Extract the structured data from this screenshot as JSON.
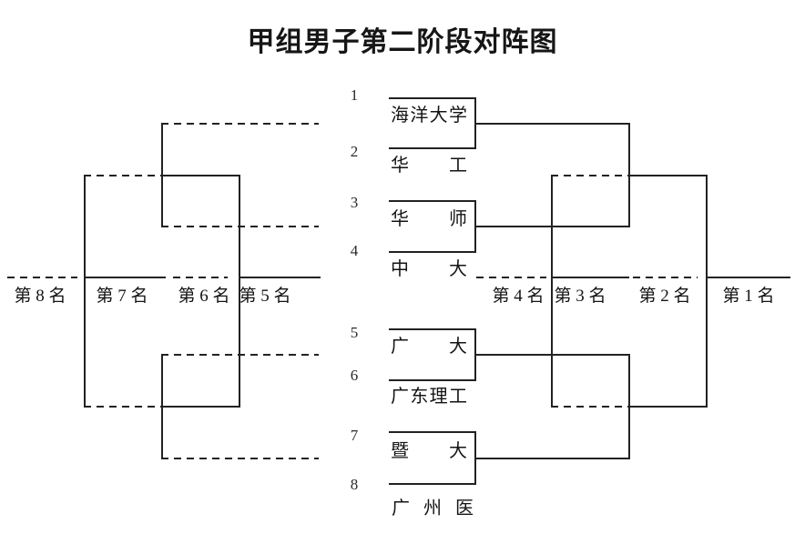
{
  "title": "甲组男子第二阶段对阵图",
  "teams": [
    {
      "seed": "1",
      "name": "海洋大学"
    },
    {
      "seed": "2",
      "name": "华工"
    },
    {
      "seed": "3",
      "name": "华师"
    },
    {
      "seed": "4",
      "name": "中大"
    },
    {
      "seed": "5",
      "name": "广大"
    },
    {
      "seed": "6",
      "name": "广东理工"
    },
    {
      "seed": "7",
      "name": "暨大"
    },
    {
      "seed": "8",
      "name": "广州医"
    }
  ],
  "placements": {
    "p8": "第 8 名",
    "p7": "第 7 名",
    "p6": "第 6 名",
    "p5": "第 5 名",
    "p4": "第 4 名",
    "p3": "第 3 名",
    "p2": "第 2 名",
    "p1": "第 1 名"
  }
}
